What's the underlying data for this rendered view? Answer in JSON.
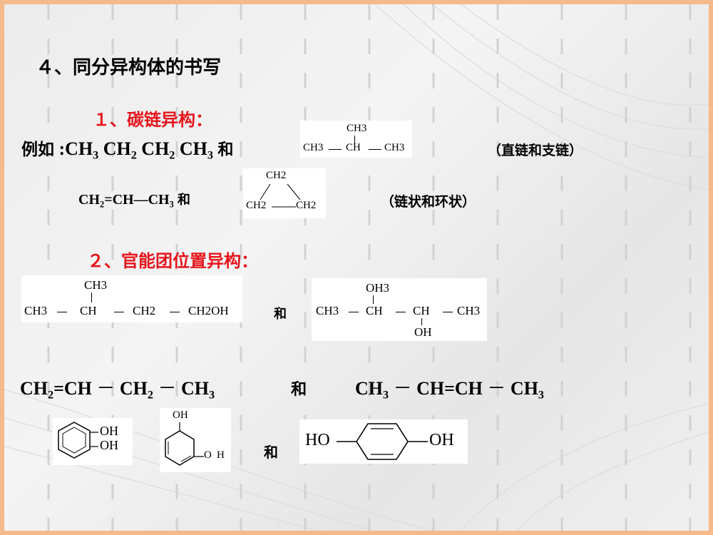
{
  "heading": "４、同分异构体的书写",
  "section1": {
    "title": "１、碳链异构：",
    "example_prefix": "例如",
    "row1": {
      "formula_parts": [
        "CH",
        "3",
        "CH",
        "2",
        "CH",
        "2",
        "CH",
        "3"
      ],
      "and": "和",
      "branched": {
        "top": "CH3",
        "main": [
          "CH3",
          "CH",
          "CH3"
        ]
      },
      "note": "（直链和支链）"
    },
    "row2": {
      "formula_left": "CH",
      "formula_sub1": "2",
      "formula_mid": "=CH—CH",
      "formula_sub2": "3",
      "and": "和",
      "ring": {
        "top": "CH2",
        "left": "CH2",
        "right": "CH2"
      },
      "note": "（链状和环状）"
    }
  },
  "section2": {
    "title": "２、官能团位置异构：",
    "alcohol1": {
      "top": "CH3",
      "main": [
        "CH3",
        "CH",
        "CH2",
        "CH2OH"
      ]
    },
    "and1": "和",
    "alcohol2": {
      "top": "OH3",
      "main": [
        "CH3",
        "CH",
        "CH",
        "CH3"
      ],
      "bottom": "OH"
    },
    "alkenes": {
      "left": [
        "CH",
        "2",
        "=CH",
        "CH",
        "2",
        "CH",
        "3"
      ],
      "and": "和",
      "right": [
        "CH",
        "3",
        "CH=CH",
        "CH",
        "3"
      ]
    },
    "phenols": {
      "ortho": [
        "OH",
        "OH"
      ],
      "meta": [
        "OH",
        "O",
        "H"
      ],
      "and": "和",
      "para": [
        "HO",
        "OH"
      ]
    }
  }
}
